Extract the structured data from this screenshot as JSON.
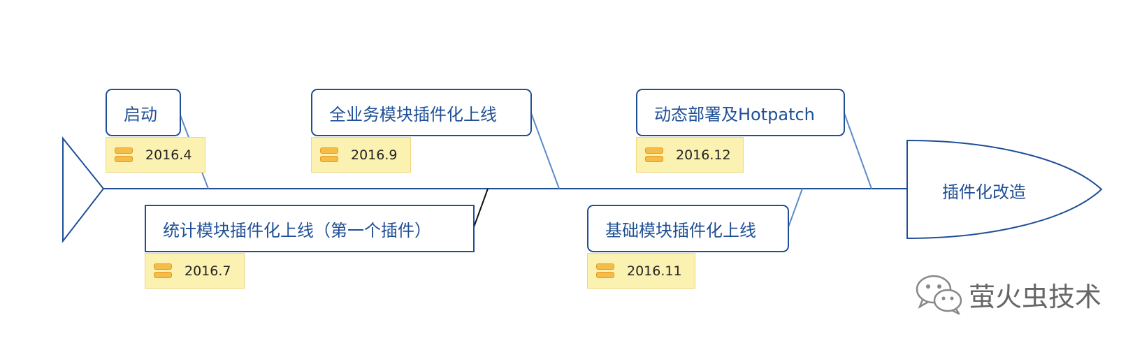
{
  "diagram": {
    "head_label": "插件化改造",
    "milestones": [
      {
        "title": "启动",
        "date": "2016.4"
      },
      {
        "title": "全业务模块插件化上线",
        "date": "2016.9"
      },
      {
        "title": "动态部署及Hotpatch",
        "date": "2016.12"
      },
      {
        "title": "统计模块插件化上线（第一个插件）",
        "date": "2016.7"
      },
      {
        "title": "基础模块插件化上线",
        "date": "2016.11"
      }
    ]
  },
  "watermark": {
    "text": "萤火虫技术",
    "icon": "wechat-icon"
  },
  "colors": {
    "line": "#1f4f96",
    "note_bg": "#fbf1b0",
    "note_icon": "#f6bc4a"
  }
}
